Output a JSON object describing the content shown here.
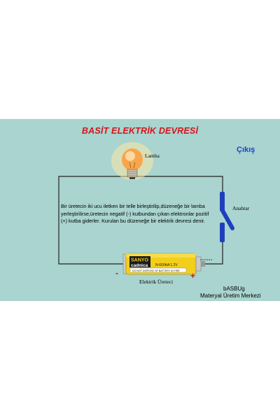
{
  "title": "BASİT ELEKTRİK DEVRESİ",
  "exit_button": "Çıkış",
  "lamp_label": "Lamba",
  "switch_label": "Anahtar",
  "generator_label": "Elektrik Üreteci",
  "description": "Bir üretecin iki ucu iletken bir telle birleştirilip,düzeneğe bir lamba yerleştirilirse,üretecin negatif (-) kutbundan çıkan elektronlar pozitif (+) kutba giderler. Kurulan bu düzeneğe bir elektrik devresi denir.",
  "minus_sign": "-",
  "plus_sign": "+",
  "battery": {
    "brand": "SANYO",
    "sub_brand": "cadnica",
    "model": "N-600AA 1.2V",
    "warning": "DO NOT DISPOSE OF BATTERY IN FIRE"
  },
  "credits": {
    "line1": "bASBUg",
    "line2": "Materyal Üretim  Merkezi"
  },
  "colors": {
    "background": "#a9d4cf",
    "title": "#d4141b",
    "exit": "#1d3fd0",
    "switch": "#1f3fbf",
    "battery_body": "#f2cf1a"
  }
}
